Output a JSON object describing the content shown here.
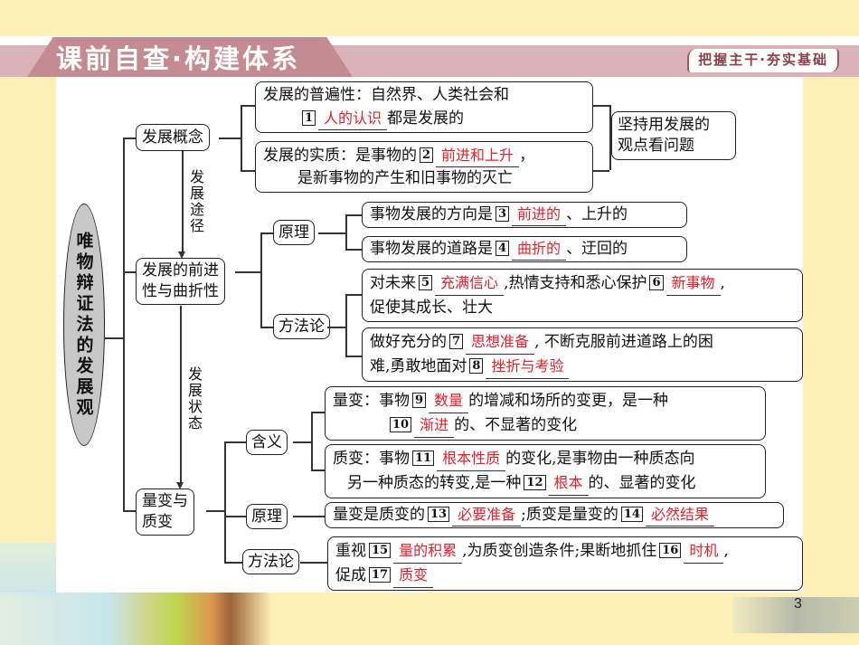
{
  "header": {
    "title": "课前自查·构建体系",
    "subtitle": "把握主干·夯实基础"
  },
  "diagram": {
    "root": "唯物辩证法的发展观",
    "nodes": {
      "concept": "发展概念",
      "progress": "发展的前进性与曲折性",
      "progress_line1": "发展的前进",
      "progress_line2": "性与曲折性",
      "quant": "量变与质变",
      "quant_line1": "量变与",
      "quant_line2": "质变",
      "principle_a": "原理",
      "method_a": "方法论",
      "meaning_b": "含义",
      "principle_b": "原理",
      "method_b": "方法论",
      "conclusion_line1": "坚持用发展的",
      "conclusion_line2": "观点看问题"
    },
    "edge_labels": {
      "path": "发展途径",
      "state": "发展状态"
    },
    "blanks": [
      {
        "n": "1",
        "answer": "人的认识"
      },
      {
        "n": "2",
        "answer": "前进和上升"
      },
      {
        "n": "3",
        "answer": "前进的"
      },
      {
        "n": "4",
        "answer": "曲折的"
      },
      {
        "n": "5",
        "answer": "充满信心"
      },
      {
        "n": "6",
        "answer": "新事物"
      },
      {
        "n": "7",
        "answer": "思想准备"
      },
      {
        "n": "8",
        "answer": "挫折与考验"
      },
      {
        "n": "9",
        "answer": "数量"
      },
      {
        "n": "10",
        "answer": "渐进"
      },
      {
        "n": "11",
        "answer": "根本性质"
      },
      {
        "n": "12",
        "answer": "根本"
      },
      {
        "n": "13",
        "answer": "必要准备"
      },
      {
        "n": "14",
        "answer": "必然结果"
      },
      {
        "n": "15",
        "answer": "量的积累"
      },
      {
        "n": "16",
        "answer": "时机"
      },
      {
        "n": "17",
        "answer": "质变"
      }
    ],
    "texts": {
      "univ_a": "发展的普遍性：自然界、人类社会和",
      "univ_b": "都是发展的",
      "essence_a": "发展的实质：是事物的",
      "essence_b": "，",
      "essence_c": "是新事物的产生和旧事物的灭亡",
      "dir_a": "事物发展的方向是",
      "dir_b": "、上升的",
      "road_a": "事物发展的道路是",
      "road_b": "、迂回的",
      "future_a": "对未来",
      "future_b": ",热情支持和悉心保护",
      "future_c": ",",
      "future_d": "促使其成长、壮大",
      "prep_a": "做好充分的",
      "prep_b": ", 不断克服前进道路上的困",
      "prep_c": "难,勇敢地面对",
      "qc_a": "量变：事物",
      "qc_b": "的增减和场所的变更，是一种",
      "qc_c": "的、不显著的变化",
      "zc_a": "质变：事物",
      "zc_b": "的变化,是事物由一种质态向",
      "zc_c": "另一种质态的转变,是一种",
      "zc_d": "的、显著的变化",
      "pr_a": "量变是质变的",
      "pr_b": ";质变是量变的",
      "me_a": "重视",
      "me_b": ",为质变创造条件;果断地抓住",
      "me_c": ",",
      "me_d": "促成"
    }
  },
  "footer": {
    "page_number": "3"
  }
}
